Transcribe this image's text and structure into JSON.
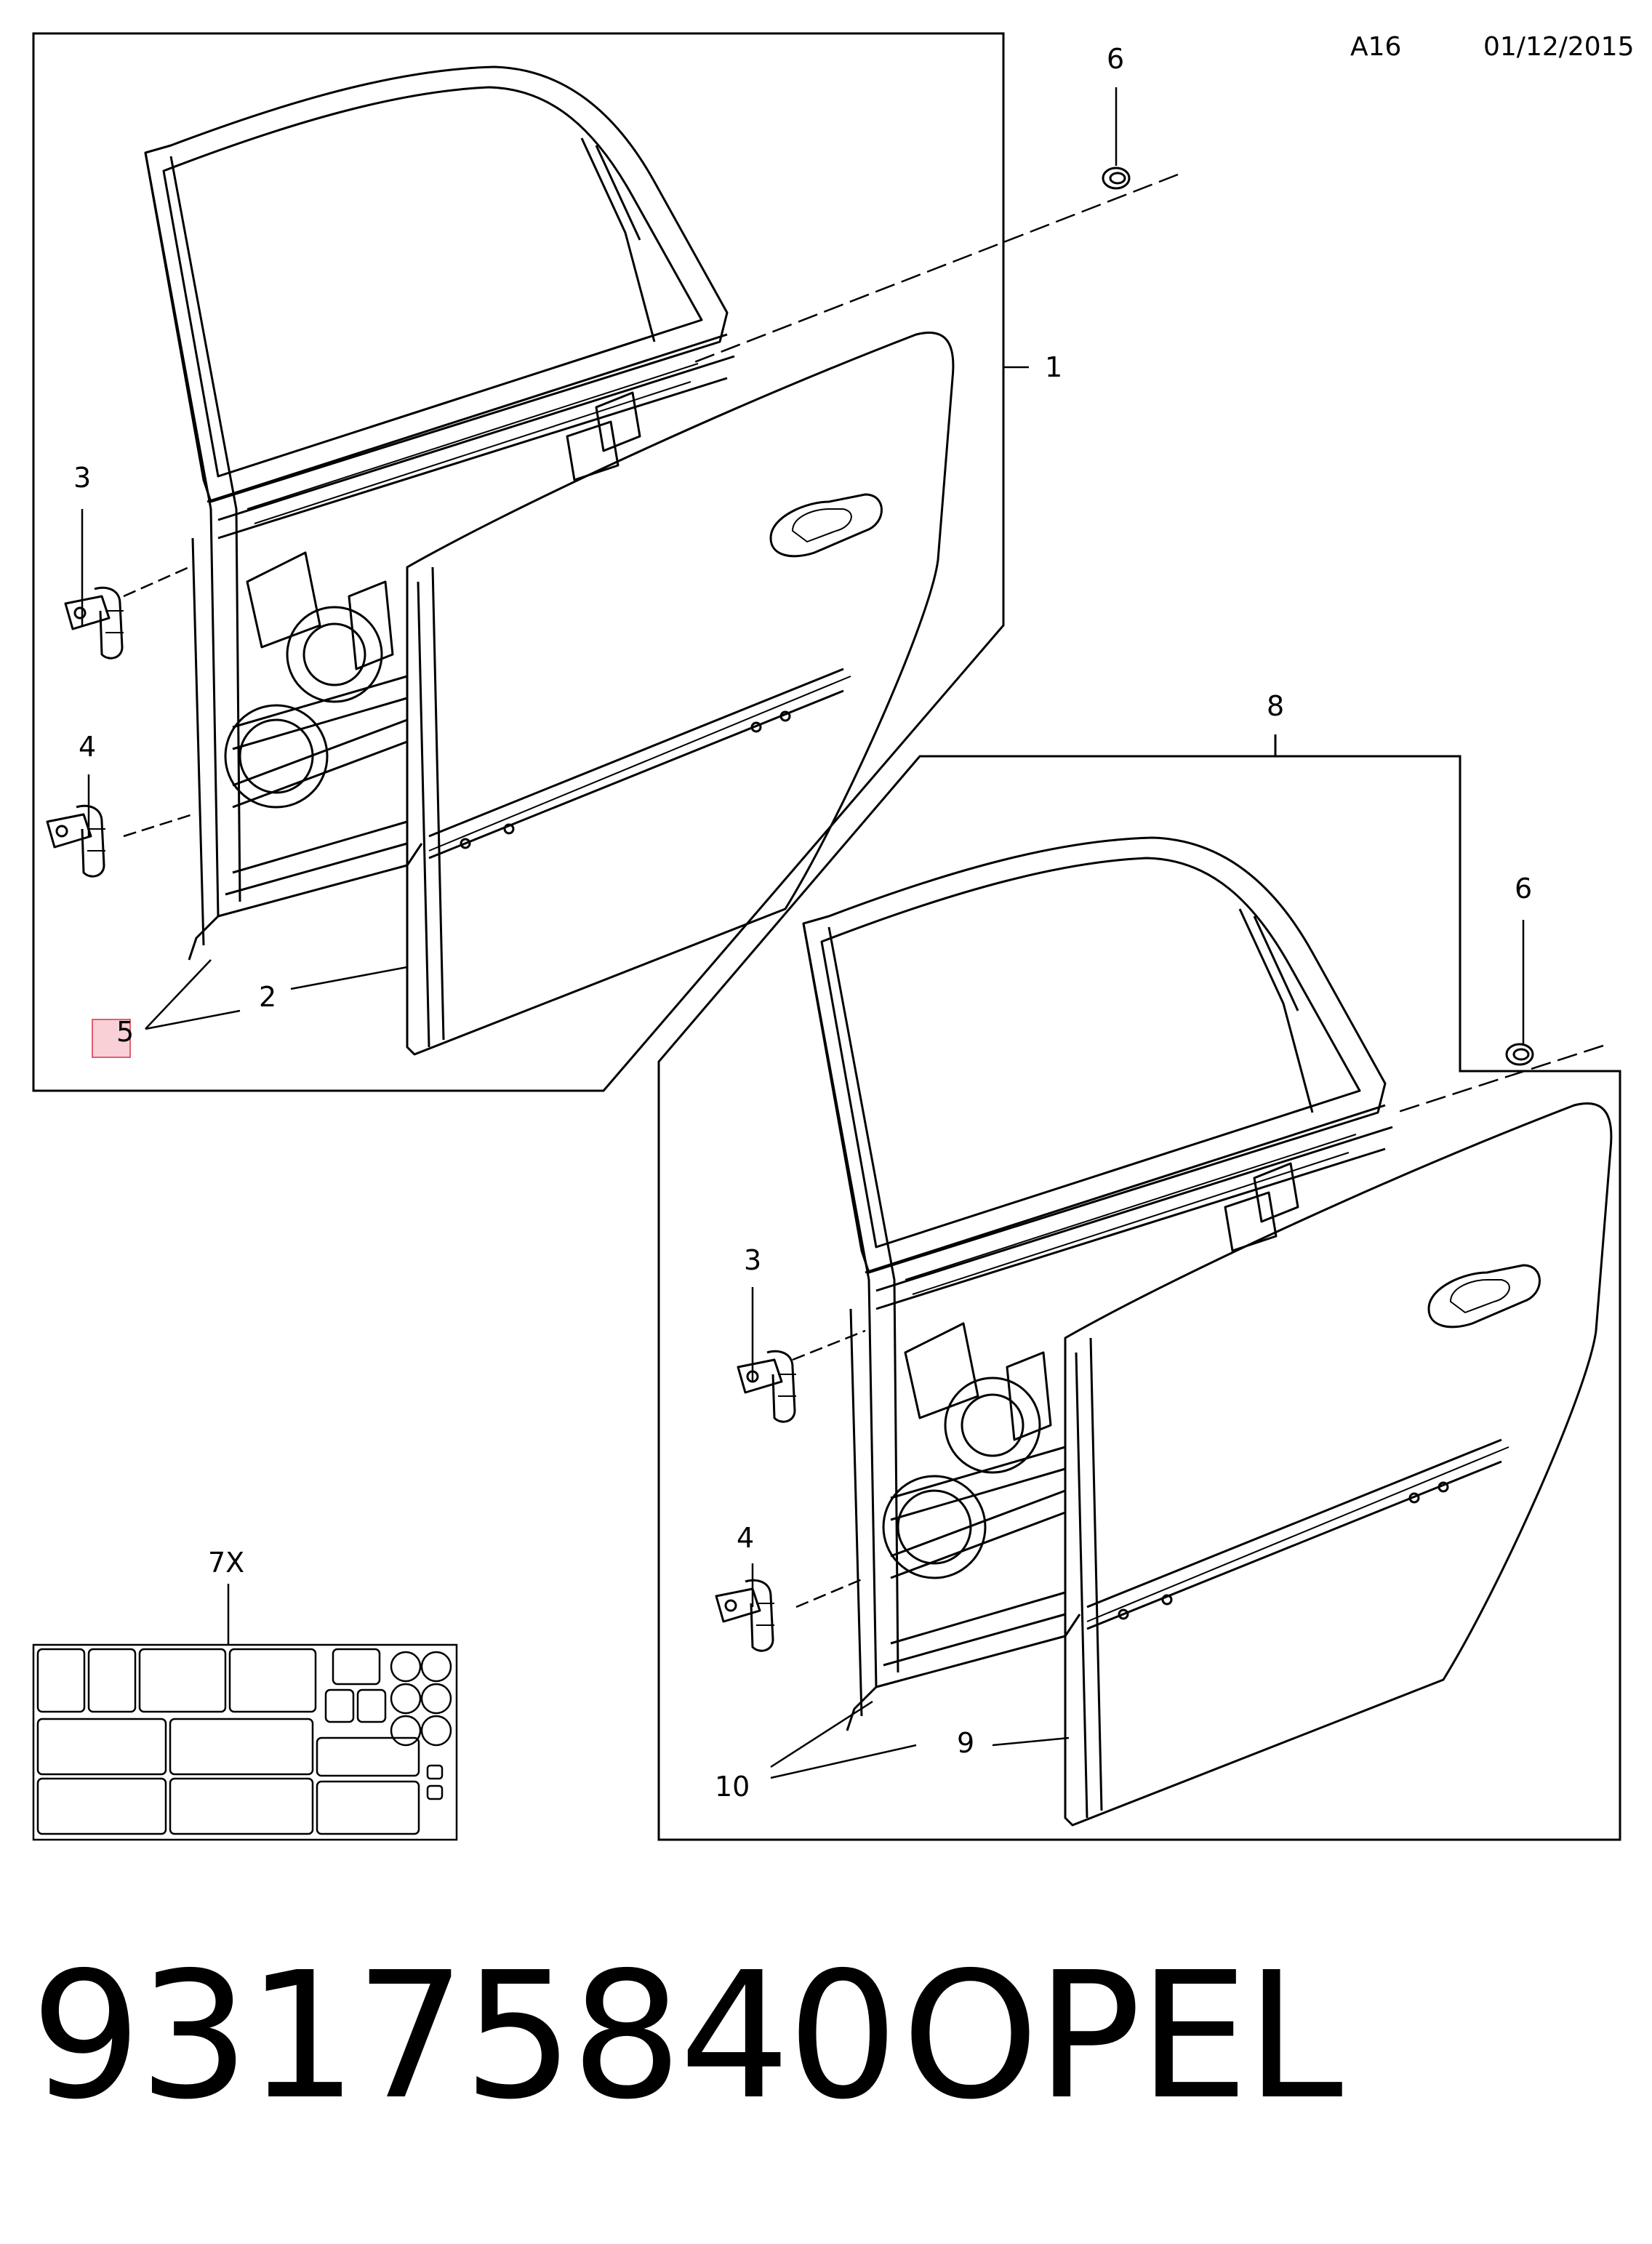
{
  "header": {
    "code": "A16",
    "date": "01/12/2015"
  },
  "callouts": {
    "c1": "1",
    "c2": "2",
    "c3a": "3",
    "c4a": "4",
    "c5": "5",
    "c6a": "6",
    "c8": "8",
    "c6b": "6",
    "c3b": "3",
    "c4b": "4",
    "c9": "9",
    "c10": "10",
    "c7x": "7X"
  },
  "footer": {
    "part_number": "93175840",
    "brand": "OPEL"
  },
  "colors": {
    "line": "#000000",
    "highlight_fill": "#f8d0d6",
    "highlight_stroke": "#e06070"
  }
}
